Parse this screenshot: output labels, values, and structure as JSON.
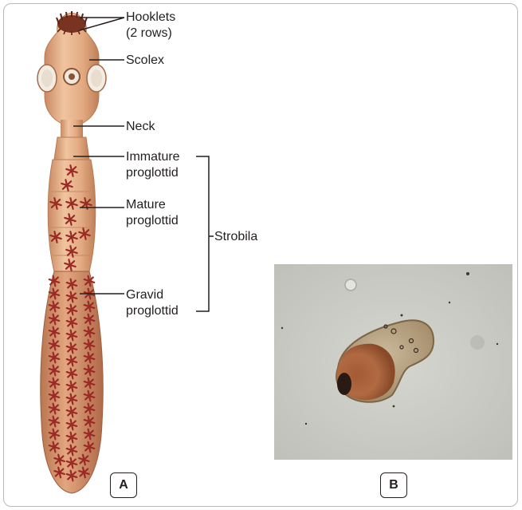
{
  "labels": {
    "hooklets": "Hooklets",
    "hooklets_rows": "(2 rows)",
    "scolex": "Scolex",
    "neck": "Neck",
    "immature_1": "Immature",
    "immature_2": "proglottid",
    "mature_1": "Mature",
    "mature_2": "proglottid",
    "gravid_1": "Gravid",
    "gravid_2": "proglottid",
    "strobila": "Strobila"
  },
  "panels": {
    "a": "A",
    "b": "B"
  },
  "colors": {
    "body_light": "#e9b48e",
    "body_mid": "#d29670",
    "body_dark": "#b06a46",
    "uterus": "#9a2a24",
    "hooklets": "#7a3320",
    "line": "#231f20",
    "photo_bg": "#c9cbc4"
  }
}
